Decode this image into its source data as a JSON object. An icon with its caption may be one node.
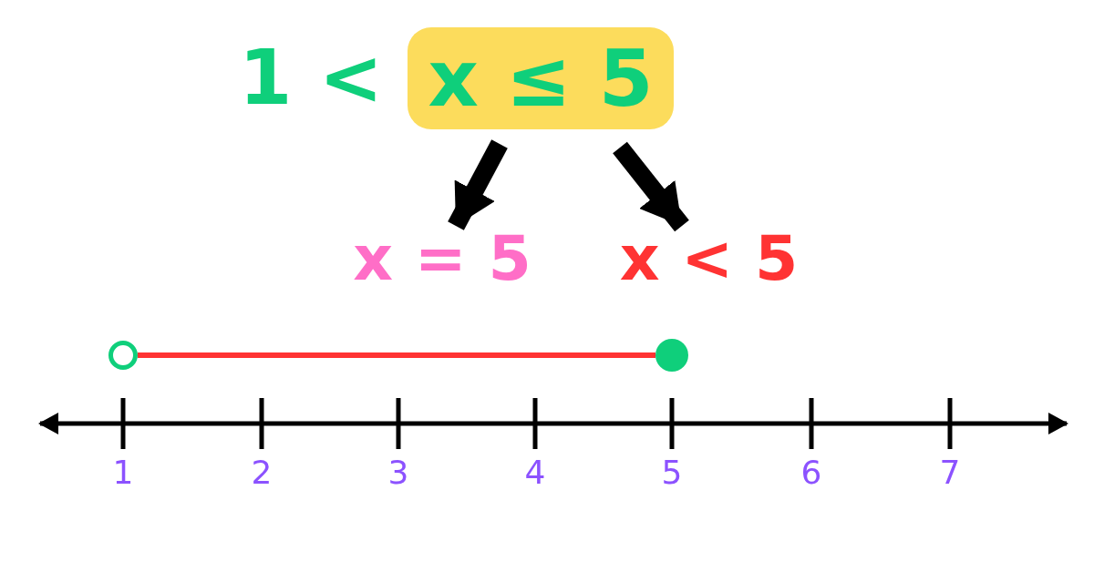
{
  "diagram": {
    "nodes": [
      {
        "text": [
          "x ≤ 5"
        ]
      },
      {
        "text": [
          "x = 5"
        ]
      },
      {
        "text": [
          "x < 5"
        ]
      },
      {
        "text": [],
        "shape": "circle"
      },
      {
        "text": [],
        "shape": "circle"
      }
    ],
    "edges": [
      {
        "from": 0,
        "to": 1,
        "arrow": "to"
      },
      {
        "from": 0,
        "to": 2,
        "arrow": "to"
      },
      {
        "from": 3,
        "to": 4,
        "arrow": "none",
        "color": "#ff3333"
      }
    ],
    "labels": [
      "1 <",
      "1",
      "2",
      "3",
      "4",
      "5",
      "6",
      "7"
    ]
  }
}
